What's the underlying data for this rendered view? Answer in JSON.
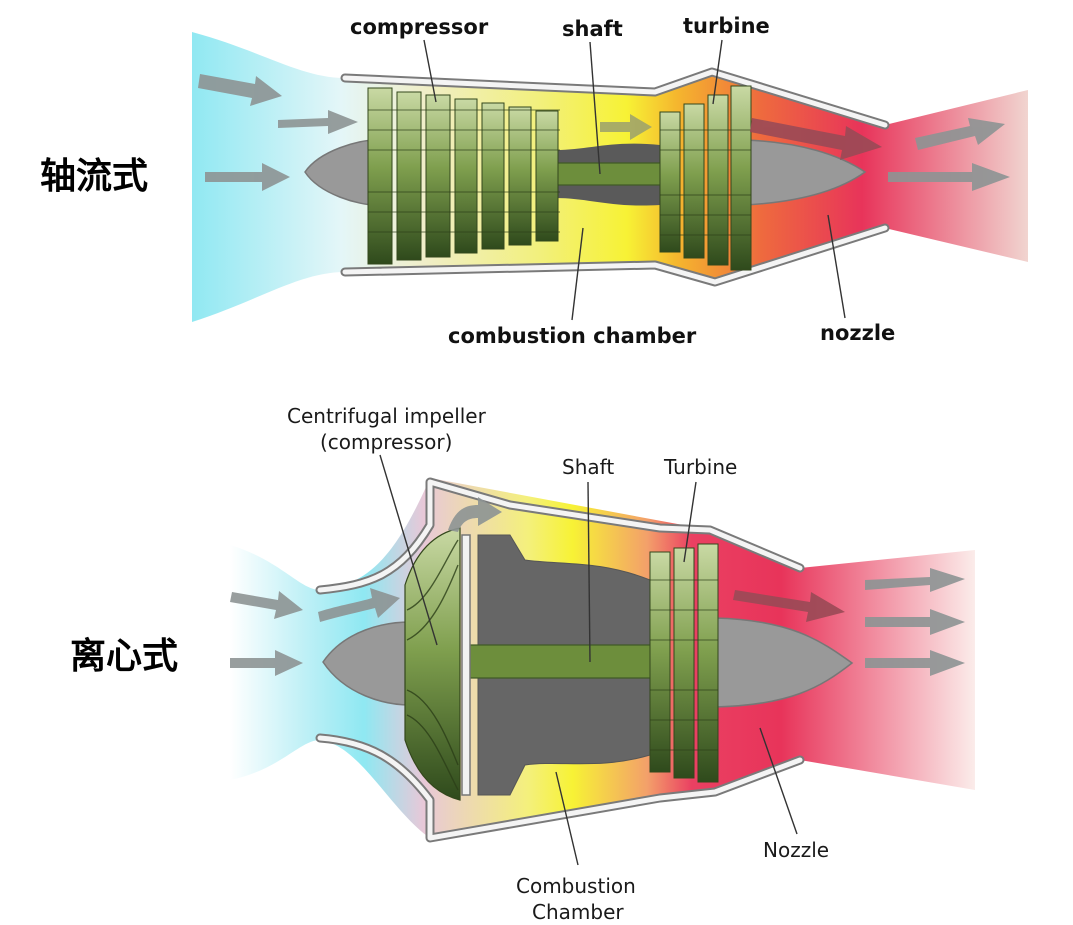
{
  "diagram": {
    "axial": {
      "type_label": "轴流式",
      "labels": {
        "compressor": "compressor",
        "shaft": "shaft",
        "turbine": "turbine",
        "combustion_chamber": "combustion chamber",
        "nozzle": "nozzle"
      }
    },
    "centrifugal": {
      "type_label": "离心式",
      "labels": {
        "impeller_line1": "Centrifugal impeller",
        "impeller_line2": "(compressor)",
        "shaft": "Shaft",
        "turbine": "Turbine",
        "combustion_line1": "Combustion",
        "combustion_line2": "Chamber",
        "nozzle": "Nozzle"
      }
    },
    "colors": {
      "intake": "#8fe8f2",
      "combustion": "#f6f23a",
      "exhaust": "#e8345a",
      "blade_dark": "#2f4a1c",
      "blade_light": "#c9d9a4",
      "core_gray": "#999999",
      "arrow_gray": "#8d9494"
    }
  }
}
